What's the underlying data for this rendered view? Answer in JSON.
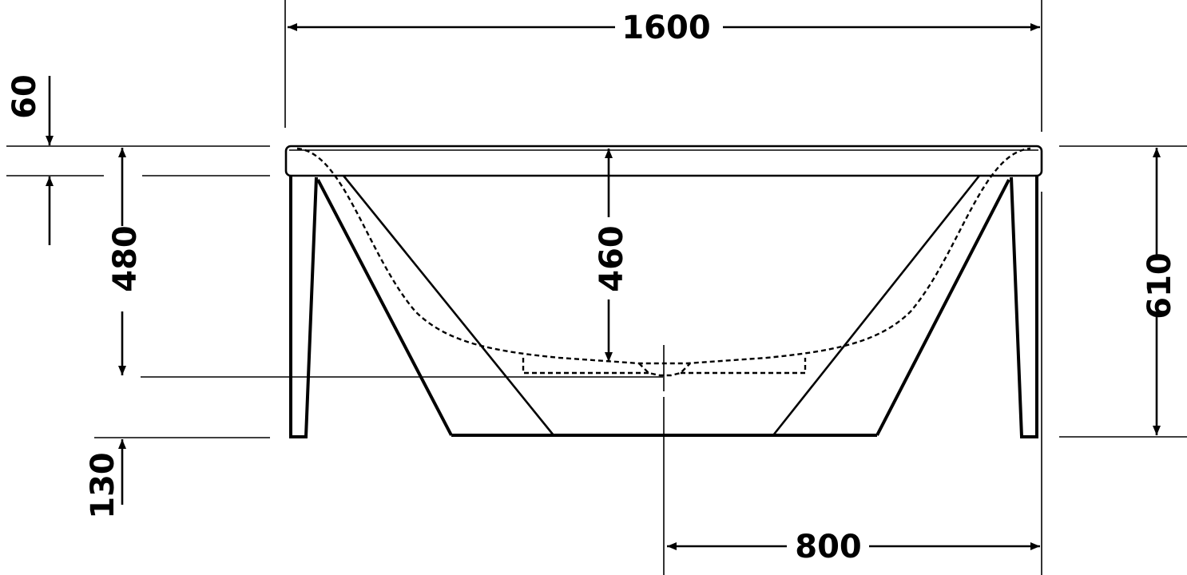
{
  "title": "Bathtub elevation drawing",
  "colors": {
    "line": "#000000",
    "background": "#ffffff"
  },
  "dimensions": {
    "overall_length": "1600",
    "rim_thickness": "60",
    "rim_to_floor_inside": "480",
    "inner_depth": "460",
    "overall_height": "610",
    "leg_clearance": "130",
    "half_length": "800"
  }
}
